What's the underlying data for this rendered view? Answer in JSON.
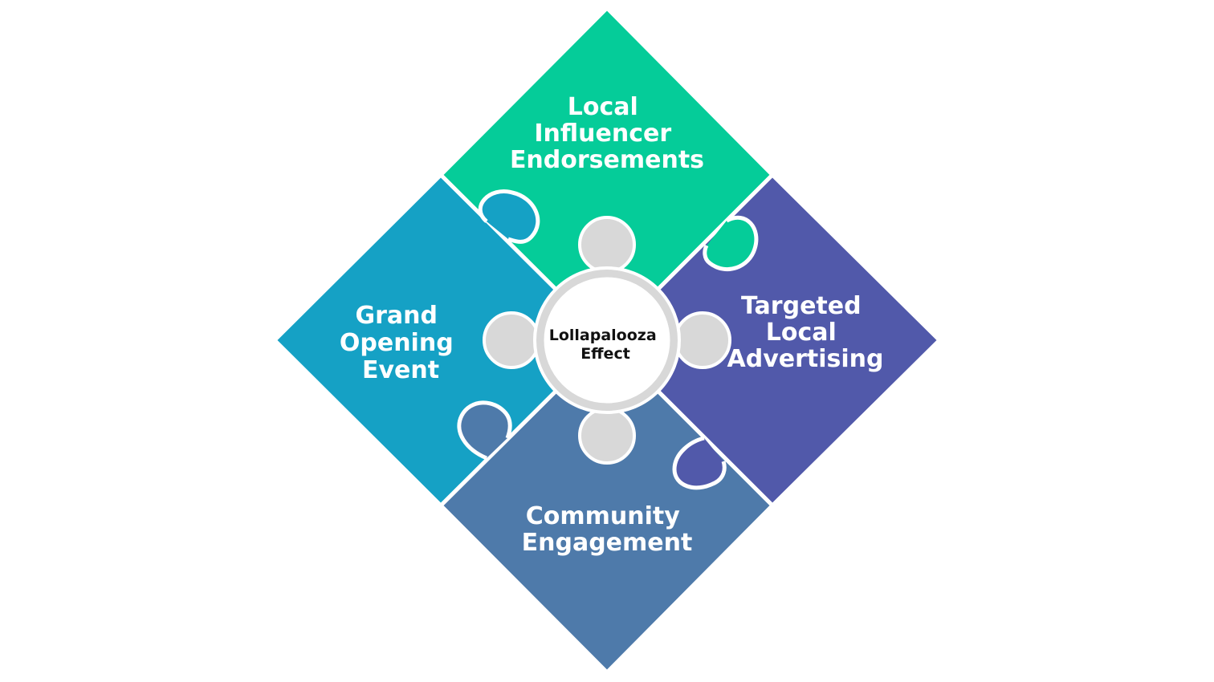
{
  "pieces": {
    "top": {
      "lines": [
        "Local",
        "Influencer",
        "Endorsements"
      ],
      "color": "#05CC99"
    },
    "right": {
      "lines": [
        "Targeted",
        "Local",
        "Advertising"
      ],
      "color": "#5159AA"
    },
    "bottom": {
      "lines": [
        "Community",
        "Engagement"
      ],
      "color": "#4E7AAA"
    },
    "left": {
      "lines": [
        "Grand",
        "Opening",
        "Event"
      ],
      "color": "#15A1C5"
    }
  },
  "center": {
    "lines": [
      "Lollapalooza",
      "Effect"
    ],
    "color": "#D8D8D8",
    "ring_color": "#FFFFFF"
  }
}
